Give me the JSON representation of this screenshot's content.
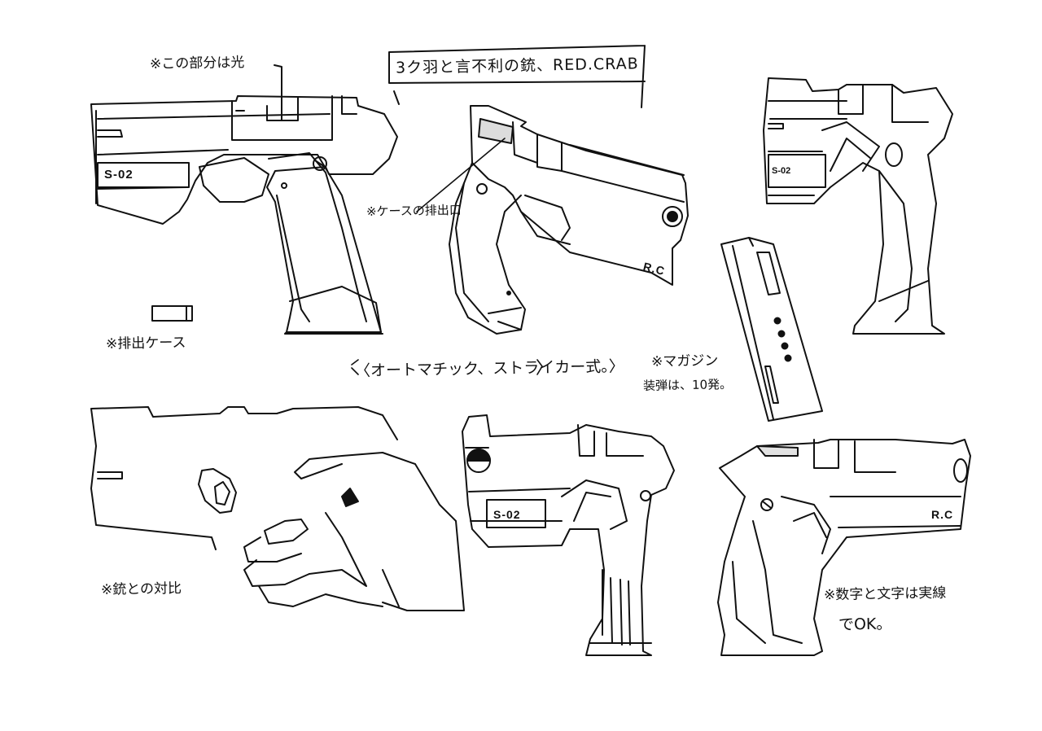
{
  "title": "3ク羽と言不利の銃、RED.CRAB",
  "notes": {
    "top_part": "※この部分は光",
    "case_port": "※ケースの排出口",
    "ejected_case": "※排出ケース",
    "mechanism": "〈オートマチック、ストライカー式。〉",
    "magazine_line1": "※マガジン",
    "magazine_line2": "装弾は、10発。",
    "hand_compare": "※銃との対比",
    "marking_line1": "※数字と文字は実線",
    "marking_line2": "でOK。"
  },
  "markings": {
    "left_side": "S-02",
    "right_side": "R.C"
  },
  "colors": {
    "ink": "#111111",
    "paper": "#ffffff"
  }
}
